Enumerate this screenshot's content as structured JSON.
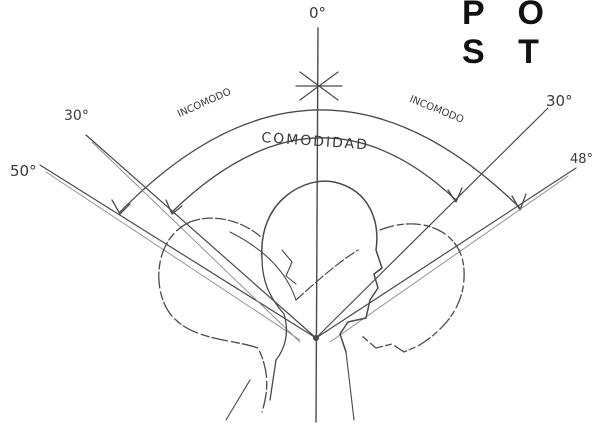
{
  "header": {
    "title": "P O S T"
  },
  "angles": {
    "top": "0°",
    "left_30": "30°",
    "left_50": "50°",
    "right_30": "30°",
    "right_48": "48°"
  },
  "zones": {
    "left_uncomfortable": "INCOMODO",
    "right_uncomfortable": "INCOMODO",
    "comfort": "COMODIDAD"
  }
}
